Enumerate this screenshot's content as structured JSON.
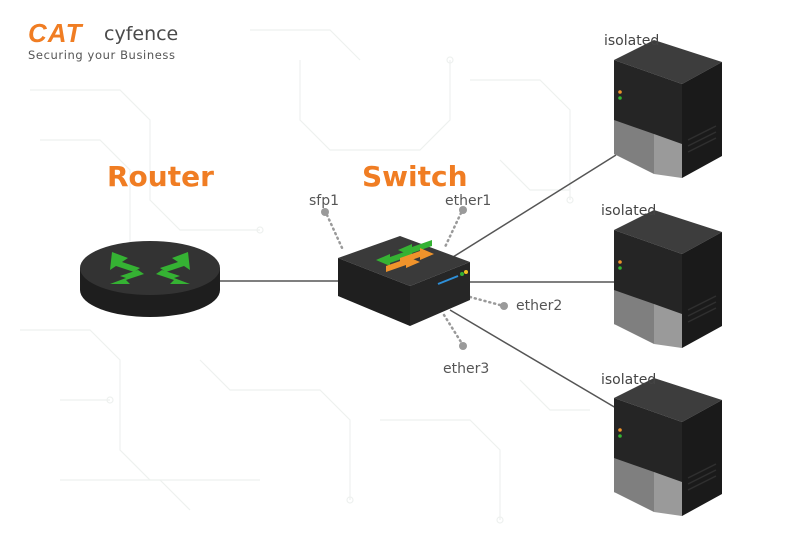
{
  "logo": {
    "mark_text": "CAT",
    "brand_text": "cyfence",
    "tagline": "Securing your Business",
    "color": "#f07d23"
  },
  "nodes": {
    "router": {
      "title": "Router",
      "icon": "router-icon"
    },
    "switch": {
      "title": "Switch",
      "icon": "switch-icon"
    },
    "servers": [
      {
        "label": "isolated",
        "icon": "server-icon"
      },
      {
        "label": "isolated",
        "icon": "server-icon"
      },
      {
        "label": "isolated",
        "icon": "server-icon"
      }
    ]
  },
  "ports": {
    "sfp1": "sfp1",
    "ether1": "ether1",
    "ether2": "ether2",
    "ether3": "ether3"
  },
  "colors": {
    "accent": "#f07d23",
    "arrow_green": "#35b233",
    "arrow_orange": "#f0932b",
    "device_dark": "#2a2a2a",
    "link_line": "#555555",
    "dot_gray": "#9a9a9a"
  }
}
